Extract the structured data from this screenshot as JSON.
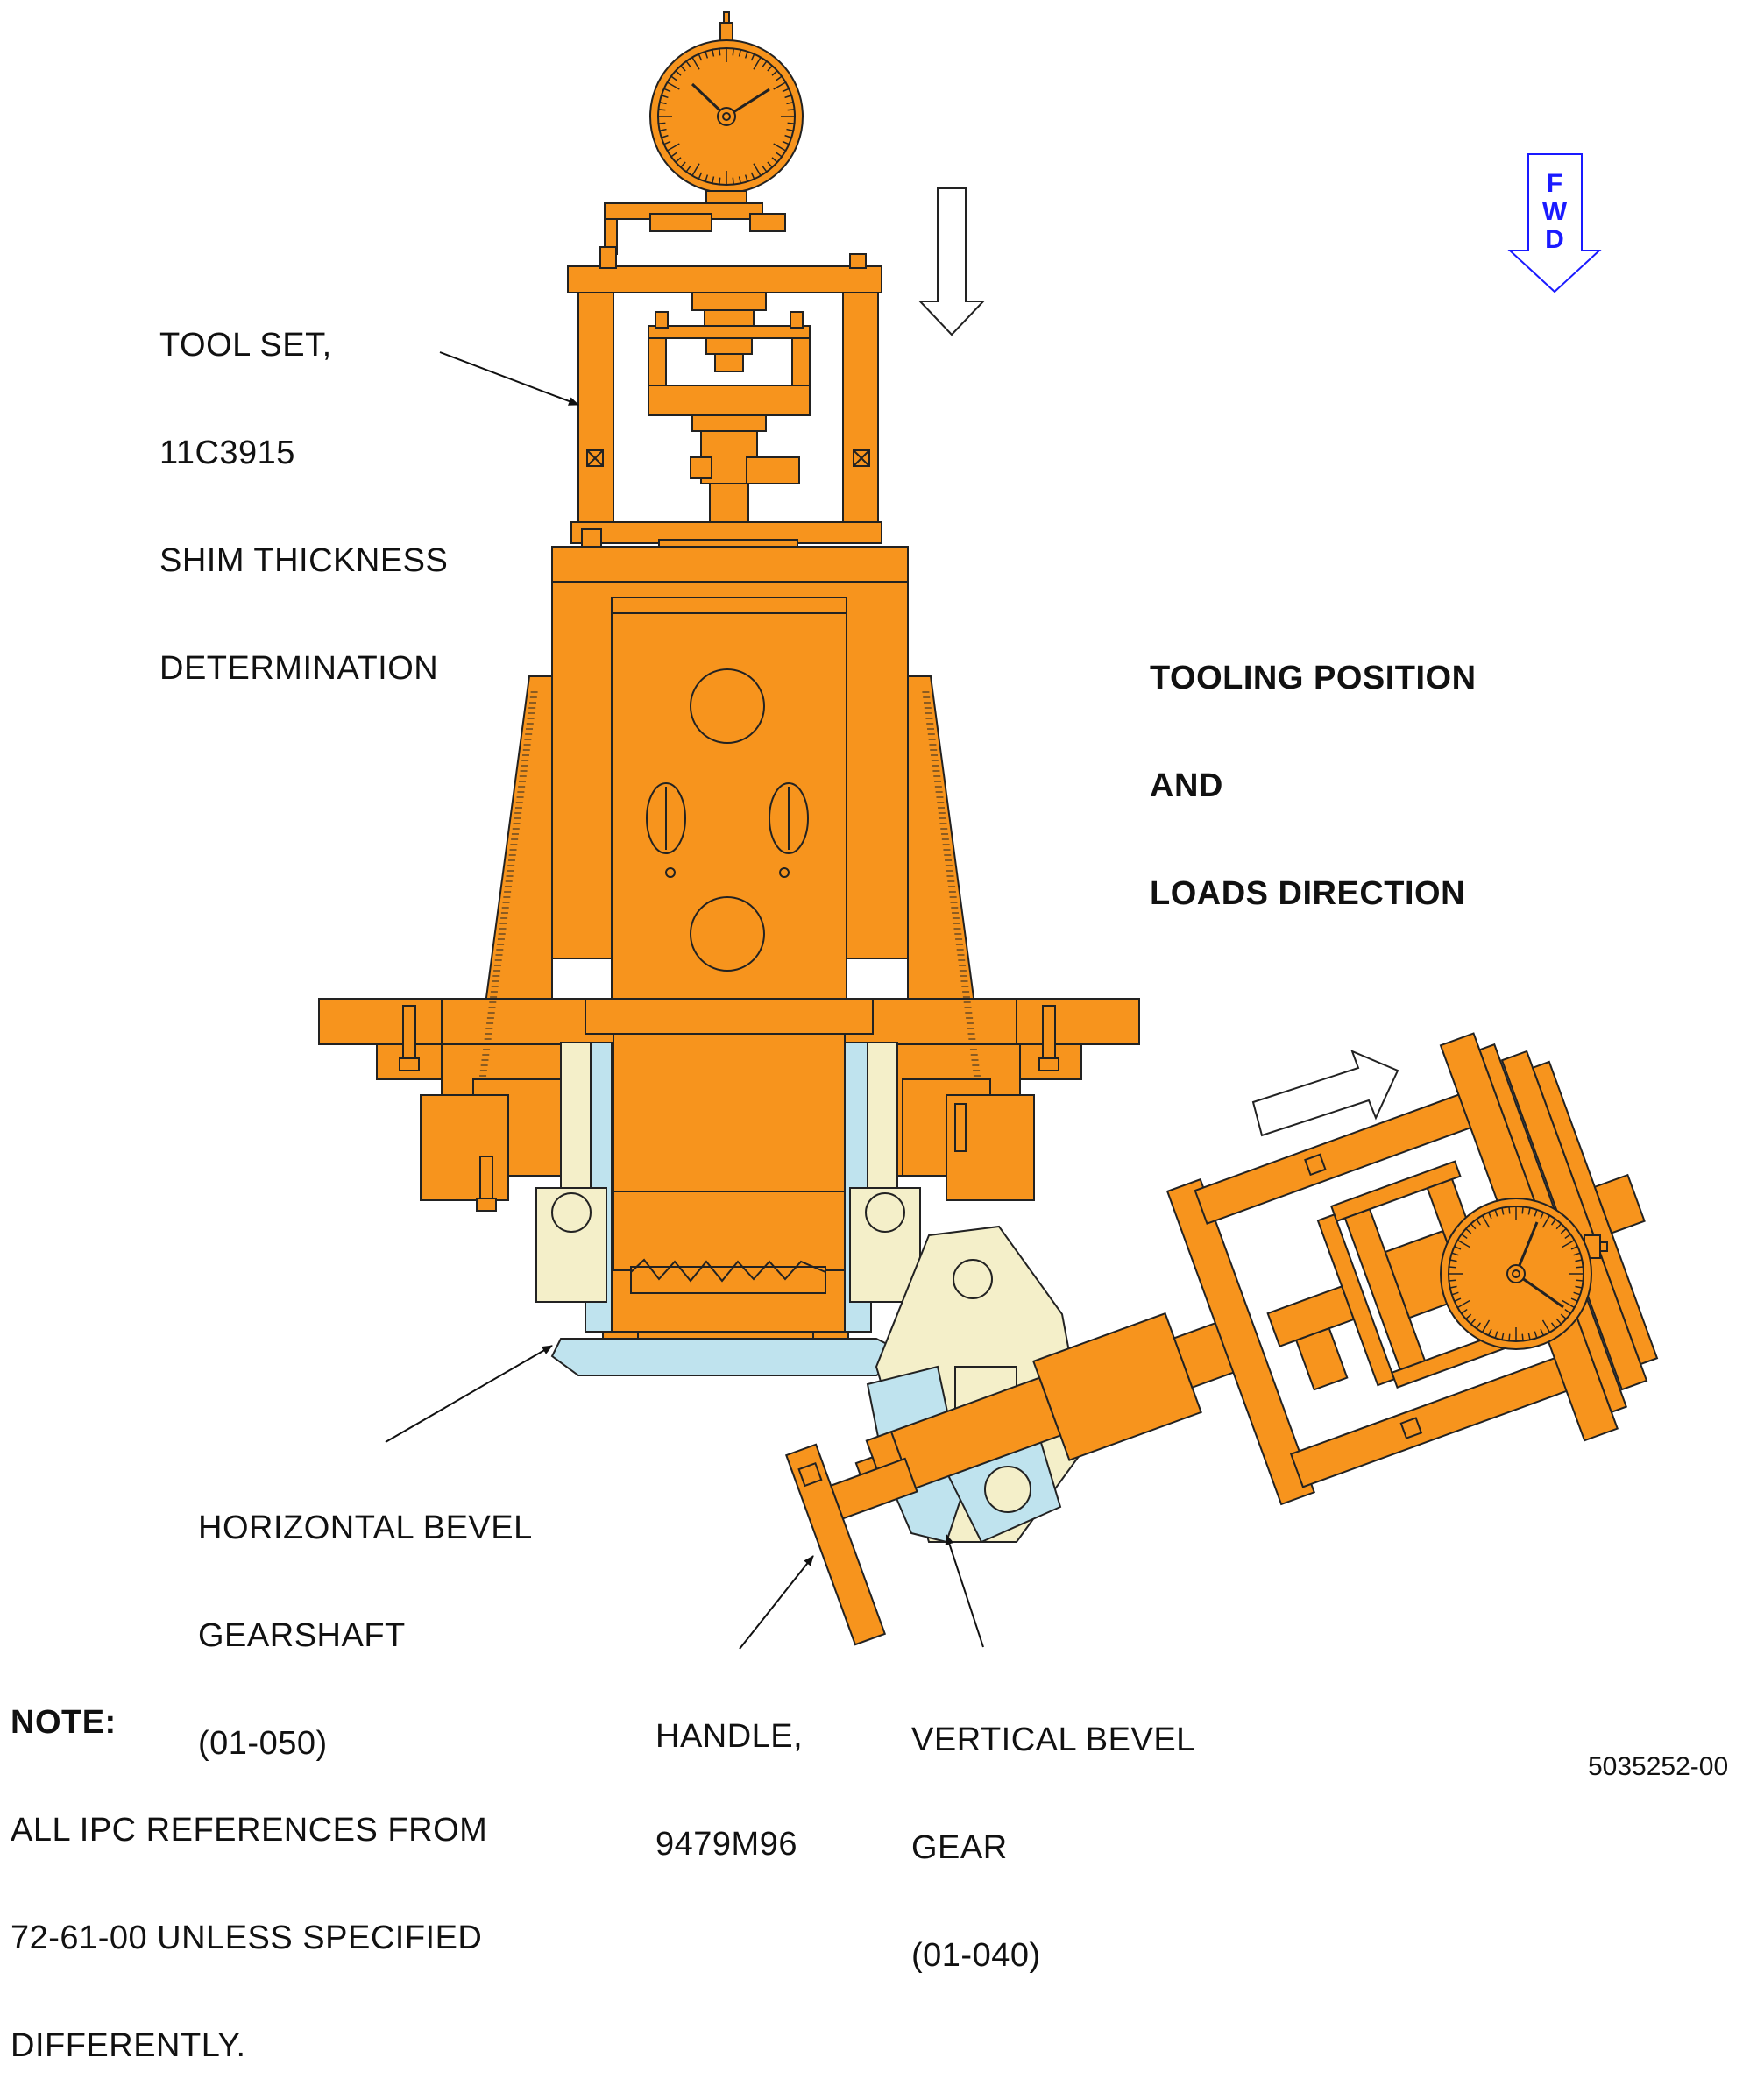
{
  "labels": {
    "tool_set": {
      "line1": "TOOL SET,",
      "line2": "11C3915",
      "line3": "SHIM THICKNESS",
      "line4": "DETERMINATION"
    },
    "tooling_position": {
      "line1": "TOOLING POSITION",
      "line2": "AND",
      "line3": "LOADS DIRECTION"
    },
    "horizontal_bevel": {
      "line1": "HORIZONTAL BEVEL",
      "line2": "GEARSHAFT",
      "line3": "(01-050)"
    },
    "handle": {
      "line1": "HANDLE,",
      "line2": "9479M96"
    },
    "vertical_bevel": {
      "line1": "VERTICAL BEVEL",
      "line2": "GEAR",
      "line3": "(01-040)"
    },
    "note": {
      "title": "NOTE:",
      "line1": "ALL IPC REFERENCES FROM",
      "line2": "72-61-00 UNLESS SPECIFIED",
      "line3": "DIFFERENTLY."
    },
    "fwd": {
      "l1": "F",
      "l2": "W",
      "l3": "D"
    },
    "doc_number": "5035252-00"
  },
  "colors": {
    "tool_orange": "#f7941d",
    "part_blue": "#bfe3ee",
    "part_cream": "#f4efc9",
    "outline": "#222222",
    "fwd_blue": "#1a1aff"
  }
}
